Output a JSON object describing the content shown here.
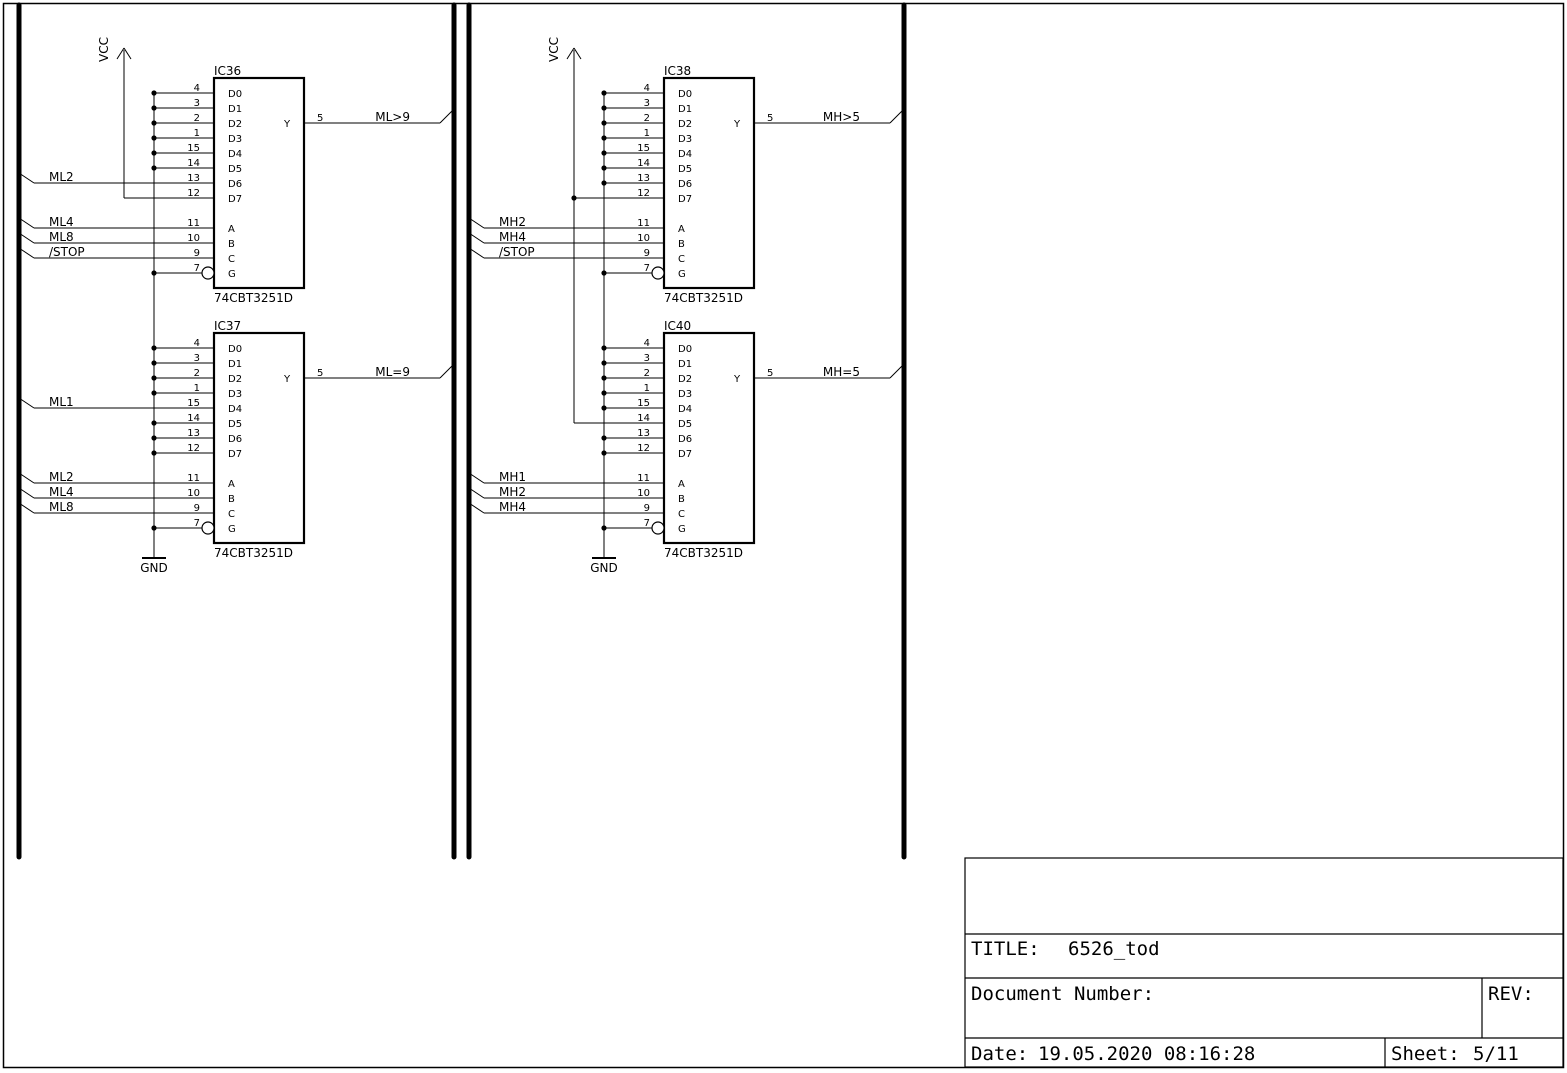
{
  "power": {
    "vcc": "VCC",
    "gnd": "GND"
  },
  "pin_labels": {
    "data_inputs": [
      "D0",
      "D1",
      "D2",
      "D3",
      "D4",
      "D5",
      "D6",
      "D7"
    ],
    "select_inputs": [
      "A",
      "B",
      "C",
      "G"
    ],
    "output": "Y",
    "data_pin_numbers": [
      "4",
      "3",
      "2",
      "1",
      "15",
      "14",
      "13",
      "12"
    ],
    "select_pin_numbers": [
      "11",
      "10",
      "9",
      "7"
    ],
    "output_pin_number": "5"
  },
  "chips": [
    {
      "name": "IC36",
      "value": "74CBT3251D",
      "output_net": "ML>9",
      "data_nets": [
        {
          "pin": "D6",
          "net": "ML2"
        },
        {
          "pin": "D7",
          "net": "VCC"
        }
      ],
      "select_nets": [
        "ML4",
        "ML8",
        "/STOP",
        "GND"
      ]
    },
    {
      "name": "IC37",
      "value": "74CBT3251D",
      "output_net": "ML=9",
      "data_nets": [
        {
          "pin": "D4",
          "net": "ML1"
        }
      ],
      "select_nets": [
        "ML2",
        "ML4",
        "ML8",
        "GND"
      ]
    },
    {
      "name": "IC38",
      "value": "74CBT3251D",
      "output_net": "MH>5",
      "data_nets": [
        {
          "pin": "D7",
          "net": "VCC"
        }
      ],
      "select_nets": [
        "MH2",
        "MH4",
        "/STOP",
        "GND"
      ]
    },
    {
      "name": "IC40",
      "value": "74CBT3251D",
      "output_net": "MH=5",
      "data_nets": [
        {
          "pin": "D5",
          "net": "VCC"
        }
      ],
      "select_nets": [
        "MH1",
        "MH2",
        "MH4",
        "GND"
      ]
    }
  ],
  "title_block": {
    "title_label": "TITLE:",
    "title_value": "6526_tod",
    "doc_number_label": "Document Number:",
    "rev_label": "REV:",
    "date_label": "Date:",
    "date_value": "19.05.2020 08:16:28",
    "sheet_label": "Sheet:",
    "sheet_value": "5/11"
  }
}
